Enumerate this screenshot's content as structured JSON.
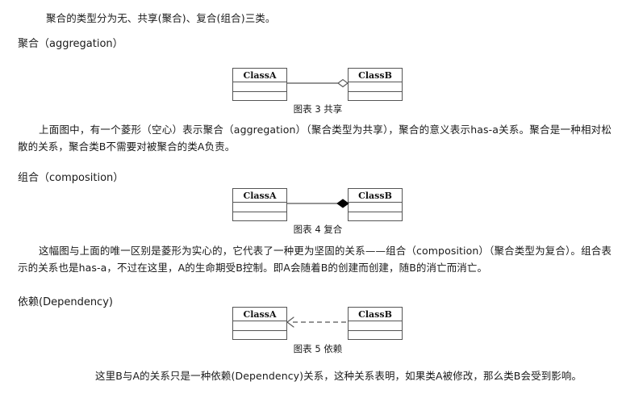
{
  "document": {
    "intro_paragraph": "聚合的类型分为无、共享(聚合)、复合(组合)三类。",
    "sections": [
      {
        "heading": "聚合（aggregation）",
        "diagram": {
          "class_a": "ClassA",
          "class_b": "ClassB",
          "relation": "aggregation",
          "marker": "hollow-diamond",
          "line_style": "solid",
          "caption": "图表 3 共享"
        },
        "body": "上面图中，有一个菱形（空心）表示聚合（aggregation）（聚合类型为共享），聚合的意义表示has-a关系。聚合是一种相对松散的关系，聚合类B不需要对被聚合的类A负责。"
      },
      {
        "heading": "组合（composition）",
        "diagram": {
          "class_a": "ClassA",
          "class_b": "ClassB",
          "relation": "composition",
          "marker": "filled-diamond",
          "line_style": "solid",
          "caption": "图表 4 复合"
        },
        "body": "这幅图与上面的唯一区别是菱形为实心的，它代表了一种更为坚固的关系——组合（composition）（聚合类型为复合）。组合表示的关系也是has-a，不过在这里，A的生命期受B控制。即A会随着B的创建而创建，随B的消亡而消亡。"
      },
      {
        "heading": "依赖(Dependency)",
        "diagram": {
          "class_a": "ClassA",
          "class_b": "ClassB",
          "relation": "dependency",
          "marker": "open-arrow",
          "line_style": "dashed",
          "caption": "图表 5 依赖"
        },
        "body": "这里B与A的关系只是一种依赖(Dependency)关系，这种关系表明，如果类A被修改，那么类B会受到影响。"
      }
    ]
  },
  "colors": {
    "text": "#1a1a1a",
    "stroke": "#555555",
    "background": "#ffffff",
    "marker_fill": "#000000"
  }
}
